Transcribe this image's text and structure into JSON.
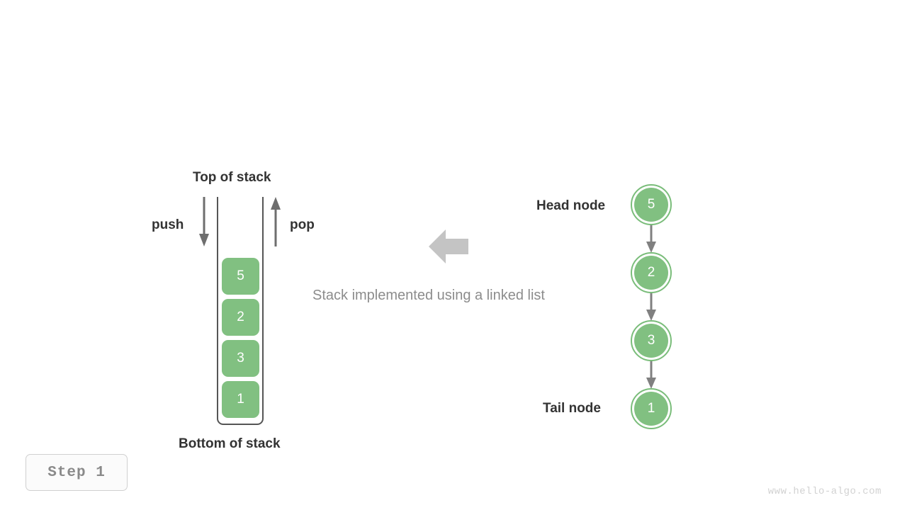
{
  "page": {
    "background_color": "#ffffff",
    "accent_green": "#81c081",
    "node_ring_color": "#7abd7a",
    "arrow_gray": "#6e6e6e",
    "muted_text": "#8c8c8c",
    "dark_text": "#333333"
  },
  "stack": {
    "top_label": "Top of stack",
    "bottom_label": "Bottom of stack",
    "push_label": "push",
    "pop_label": "pop",
    "cells": [
      {
        "value": "5"
      },
      {
        "value": "2"
      },
      {
        "value": "3"
      },
      {
        "value": "1"
      }
    ]
  },
  "center": {
    "caption": "Stack implemented using a linked list",
    "arrow_direction": "left"
  },
  "linked_list": {
    "head_label": "Head node",
    "tail_label": "Tail node",
    "nodes": [
      {
        "value": "5"
      },
      {
        "value": "2"
      },
      {
        "value": "3"
      },
      {
        "value": "1"
      }
    ]
  },
  "footer": {
    "step_label": "Step 1",
    "watermark": "www.hello-algo.com"
  }
}
